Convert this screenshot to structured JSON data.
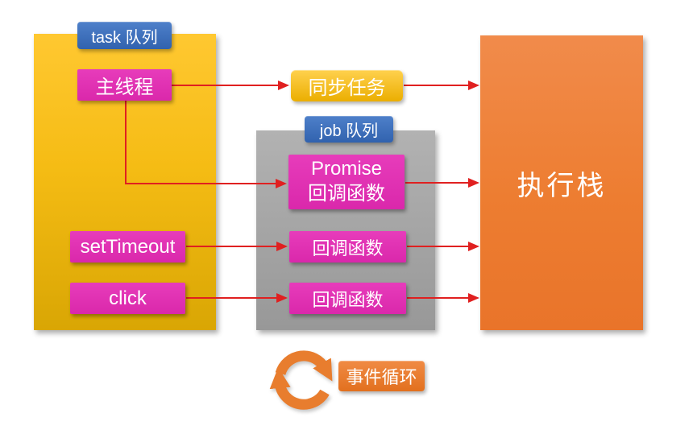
{
  "task_queue": {
    "label": "task 队列",
    "items": [
      "主线程",
      "setTimeout",
      "click"
    ]
  },
  "job_queue": {
    "label": "job 队列",
    "items": [
      "Promise",
      "回调函数",
      "回调函数",
      "回调函数"
    ]
  },
  "sync_task_label": "同步任务",
  "execution_stack_label": "执行栈",
  "event_loop_label": "事件循环",
  "event_loop_icon": "refresh-cycle-icon",
  "colors": {
    "canvas-bg": "#FFFFFF",
    "task-queue-top": "#FFC831",
    "task-queue-bottom": "#D9A604",
    "job-queue-top": "#B2B2B2",
    "job-queue-bottom": "#989898",
    "stack-top": "#F18B4B",
    "stack-bottom": "#E9742A",
    "item-magenta-top": "#E73CBB",
    "item-magenta-bottom": "#DA28AB",
    "label-blue-top": "#4E80CA",
    "label-blue-bottom": "#3162AE",
    "gold-top": "#FFD14E",
    "gold-bottom": "#EBAE00",
    "event-loop-top": "#F08B45",
    "event-loop-bottom": "#E2701E",
    "arrow-red": "#E02020",
    "icon-orange": "#E87D2E",
    "text-white": "#FFFFFF"
  }
}
